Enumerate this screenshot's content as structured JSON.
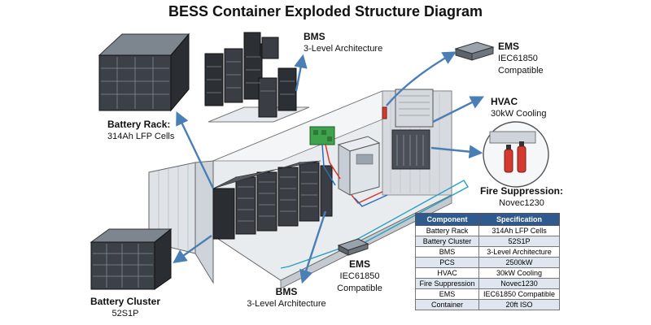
{
  "title": "BESS Container Exploded Structure Diagram",
  "labels": {
    "battery_rack": {
      "name": "Battery Rack:",
      "detail": "314Ah LFP Cells"
    },
    "bms_top": {
      "name": "BMS",
      "detail": "3-Level Architecture"
    },
    "ems_top": {
      "name": "EMS",
      "detail1": "IEC61850",
      "detail2": "Compatible"
    },
    "hvac": {
      "name": "HVAC",
      "detail": "30kW Cooling"
    },
    "fire": {
      "name": "Fire Suppression:",
      "detail": "Novec1230"
    },
    "ems_mid": {
      "name": "EMS",
      "detail1": "IEC61850",
      "detail2": "Compatible"
    },
    "bms_bottom": {
      "name": "BMS",
      "detail": "3-Level Architecture"
    },
    "battery_cluster": {
      "name": "Battery Cluster",
      "detail": "52S1P"
    }
  },
  "table": {
    "headers": [
      "Component",
      "Specification"
    ],
    "rows": [
      [
        "Battery Rack",
        "314Ah LFP Cells"
      ],
      [
        "Battery Cluster",
        "52S1P"
      ],
      [
        "BMS",
        "3-Level Architecture"
      ],
      [
        "PCS",
        "2500kW"
      ],
      [
        "HVAC",
        "30kW Cooling"
      ],
      [
        "Fire Suppression",
        "Novec1230"
      ],
      [
        "EMS",
        "IEC61850 Compatible"
      ],
      [
        "Container",
        "20ft ISO"
      ]
    ]
  },
  "colors": {
    "accent": "#4a7fb5",
    "table_header": "#2f5a8f",
    "arrow": "#4a7fb5"
  }
}
